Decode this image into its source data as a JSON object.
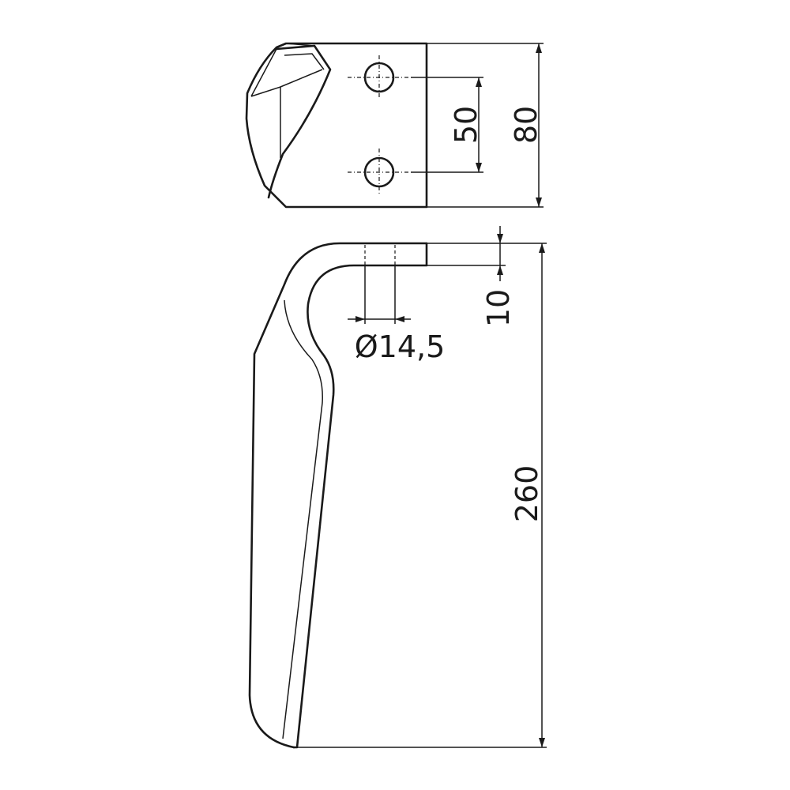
{
  "dimensions": {
    "hole_spacing": "50",
    "plate_height": "80",
    "thickness": "10",
    "hole_diameter": "Ø14,5",
    "blade_length": "260"
  }
}
